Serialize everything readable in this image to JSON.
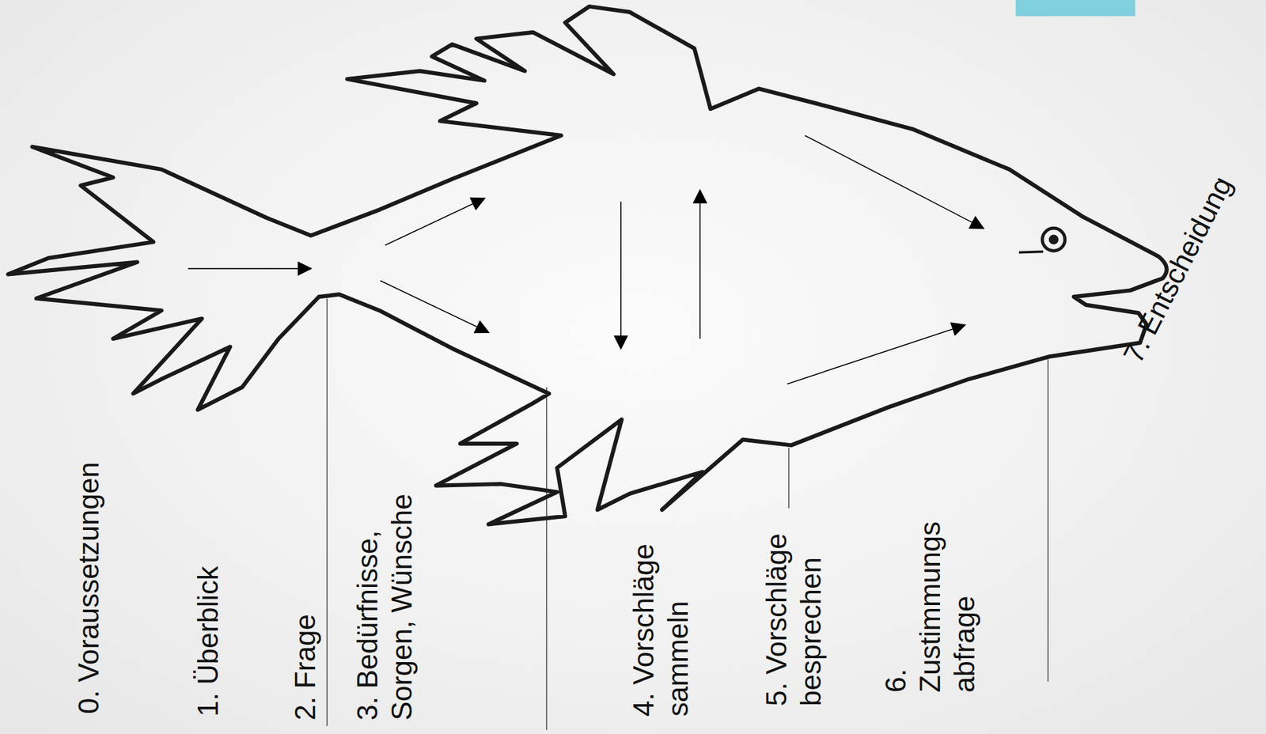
{
  "diagram": {
    "labels": [
      "0. Voraussetzungen",
      "1. Überblick",
      "2. Frage",
      "3. Bedürfnisse, Sorgen, Wünsche",
      "4. Vorschläge sammeln",
      "5. Vorschläge besprechen",
      "6. Zustimmungs abfrage",
      "7. Entscheidung"
    ]
  }
}
